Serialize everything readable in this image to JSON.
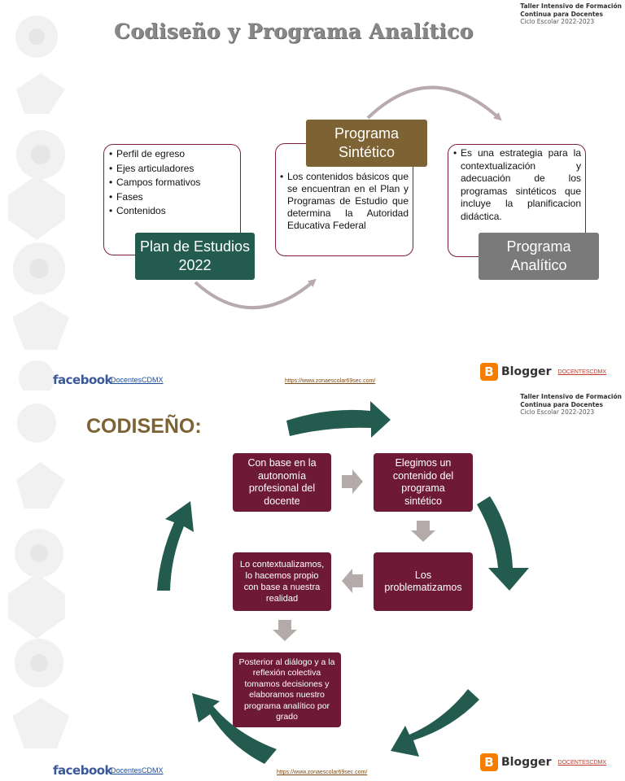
{
  "badge": {
    "line1": "Taller Intensivo de Formación",
    "line2": "Continua para Docentes",
    "line3": "Ciclo Escolar 2022-2023"
  },
  "slide1": {
    "title": "Codiseño y Programa Analítico",
    "plan": {
      "label": "Plan de Estudios 2022",
      "items": [
        "Perfil de egreso",
        "Ejes articuladores",
        "Campos formativos",
        "Fases",
        "Contenidos"
      ]
    },
    "sintetico": {
      "label": "Programa Sintético",
      "text": "Los contenidos básicos que se encuentran en el Plan y Programas de Estudio que determina la Autoridad Educativa Federal"
    },
    "analitico": {
      "label": "Programa Analítico",
      "text": "Es una estrategia para la contextualización y adecuación de los programas sintéticos que incluye la planificacion didáctica."
    }
  },
  "slide2": {
    "title": "CODISEÑO:",
    "steps": [
      "Con base en la autonomía profesional del docente",
      "Elegimos un contenido del programa sintético",
      "Los problematizamos",
      "Lo contextualizamos, lo hacemos propio con base a nuestra realidad",
      "Posterior al diálogo y a la reflexión colectiva tomamos decisiones y elaboramos nuestro programa analítico por grado"
    ]
  },
  "footer": {
    "facebook": "facebook",
    "facebook_handle": "DocentesCDMX",
    "url": "https://www.zonaescolar69sec.com/",
    "blogger": "Blogger",
    "blogger_handle": "DOCENTESCDMX"
  },
  "colors": {
    "green": "#235b4e",
    "gold": "#7d6233",
    "gray": "#7a7a7a",
    "guinda": "#6e1a36",
    "arrow_gray": "#b5aaaa"
  },
  "icons": [
    "decorative-pattern",
    "curved-arrow",
    "block-arrow",
    "blogger-icon"
  ]
}
